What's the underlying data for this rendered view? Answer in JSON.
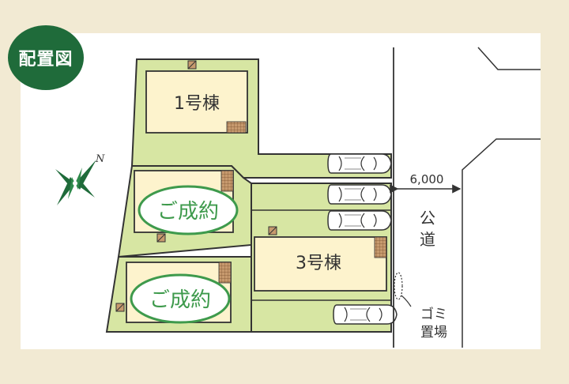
{
  "badge": "配置図",
  "compass": {
    "north": "N"
  },
  "buildings": [
    {
      "label": "1号棟"
    },
    {
      "label": "3号棟"
    }
  ],
  "sold": [
    {
      "label": "ご成約"
    },
    {
      "label": "ご成約"
    }
  ],
  "road": {
    "width": "6,000",
    "name_line1": "公",
    "name_line2": "道"
  },
  "garbage": {
    "line1": "ゴミ",
    "line2": "置場"
  },
  "colors": {
    "background": "#f2ead3",
    "lot": "#d7e6a3",
    "building": "#fdf3cd",
    "badge": "#1f6b3a",
    "sold": "#3e9a4c",
    "outline": "#333333",
    "tile": "#b07f55"
  }
}
